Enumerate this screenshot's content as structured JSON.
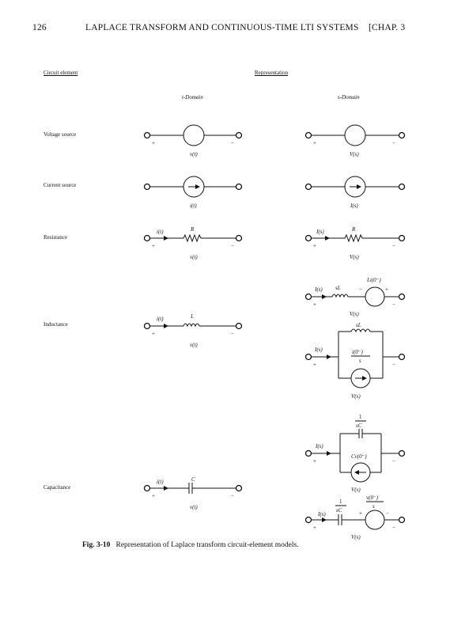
{
  "header": {
    "page_number": "126",
    "running_title": "LAPLACE TRANSFORM AND CONTINUOUS-TIME LTI SYSTEMS",
    "chapter": "[CHAP. 3"
  },
  "columns": {
    "circuit_element": "Circuit element",
    "representation": "Representation",
    "t_domain": "t-Domain",
    "s_domain": "s-Domain"
  },
  "rows": {
    "voltage_source": "Voltage source",
    "current_source": "Current source",
    "resistance": "Resistance",
    "inductance": "Inductance",
    "capacitance": "Capacitance"
  },
  "labels": {
    "v_t": "v(t)",
    "V_s": "V(s)",
    "i_t": "i(t)",
    "I_s": "I(s)",
    "R": "R",
    "L": "L",
    "sL": "sL",
    "Li0": "Li(0⁻)",
    "i0": "i(0⁻)",
    "s": "s",
    "C": "C",
    "one": "1",
    "sC": "sC",
    "Cv0": "Cv(0⁻)",
    "v0": "v(0⁻)",
    "plus": "+",
    "minus": "−"
  },
  "caption": {
    "label": "Fig. 3-10",
    "text": "Representation of Laplace transform circuit-element models."
  }
}
